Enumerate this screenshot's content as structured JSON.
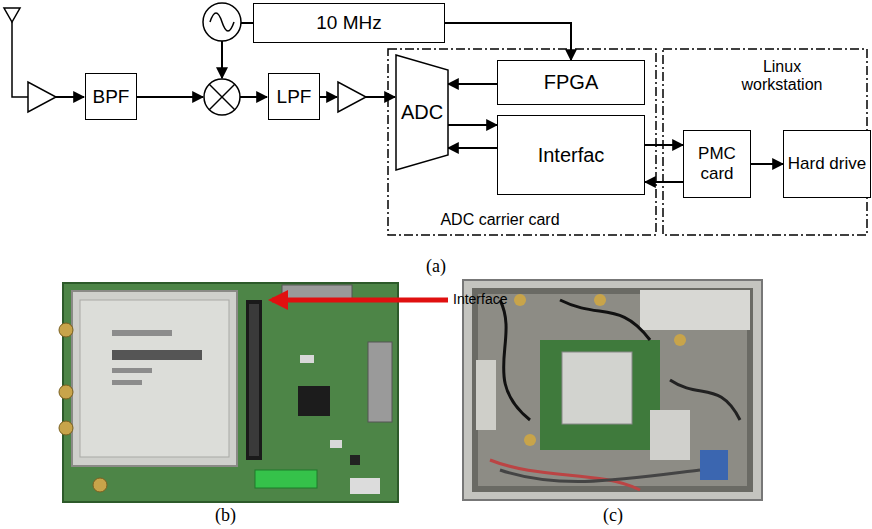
{
  "diagram": {
    "nodes": [
      {
        "text": [
          "BPF"
        ]
      },
      {
        "text": [
          "LPF"
        ]
      },
      {
        "text": [
          "10 MHz"
        ]
      },
      {
        "text": [
          "ADC carrier card"
        ]
      },
      {
        "text": [
          "ADC"
        ],
        "in": 3
      },
      {
        "text": [
          "FPGA"
        ],
        "in": 3
      },
      {
        "text": [
          "Interfac"
        ],
        "in": 3
      },
      {
        "text": [
          "Linux workstation"
        ]
      },
      {
        "text": [
          "PMC card"
        ],
        "in": 7
      },
      {
        "text": [
          "Hard drive"
        ],
        "in": 7
      }
    ],
    "edges": [
      {
        "from": 2,
        "to": 5,
        "arrow": "to"
      },
      {
        "from": 5,
        "to": 4,
        "arrow": "to"
      },
      {
        "from": 4,
        "to": 6,
        "arrow": "to"
      },
      {
        "from": 6,
        "to": 4,
        "arrow": "to"
      },
      {
        "from": 6,
        "to": 8,
        "arrow": "to"
      },
      {
        "from": 8,
        "to": 6,
        "arrow": "to"
      },
      {
        "from": 8,
        "to": 9,
        "arrow": "to"
      }
    ],
    "labels": [
      "(a)",
      "Interface",
      "(b)",
      "(c)"
    ]
  }
}
